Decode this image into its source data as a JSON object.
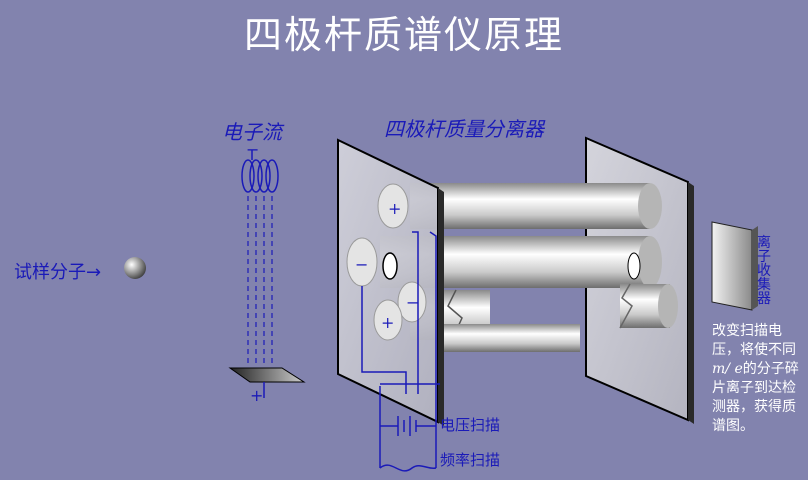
{
  "title": "四极杆质谱仪原理",
  "labels": {
    "electron_stream": "电子流",
    "quad_separator": "四极杆质量分离器",
    "sample_molecule": "试样分子→",
    "voltage_scan": "电压扫描",
    "freq_scan": "频率扫描",
    "collector": "离子收集器",
    "minus": "−",
    "plus": "+"
  },
  "description": {
    "part1": "改变扫描电压，将使不同",
    "part_me": "m/ e",
    "part2": "的分子碎片离子到达检测器，获得质谱图。"
  },
  "colors": {
    "background": "#8283ae",
    "label_blue": "#1a1ab8",
    "rod": "#d9d9d9",
    "plate": "#c8c8d2"
  }
}
